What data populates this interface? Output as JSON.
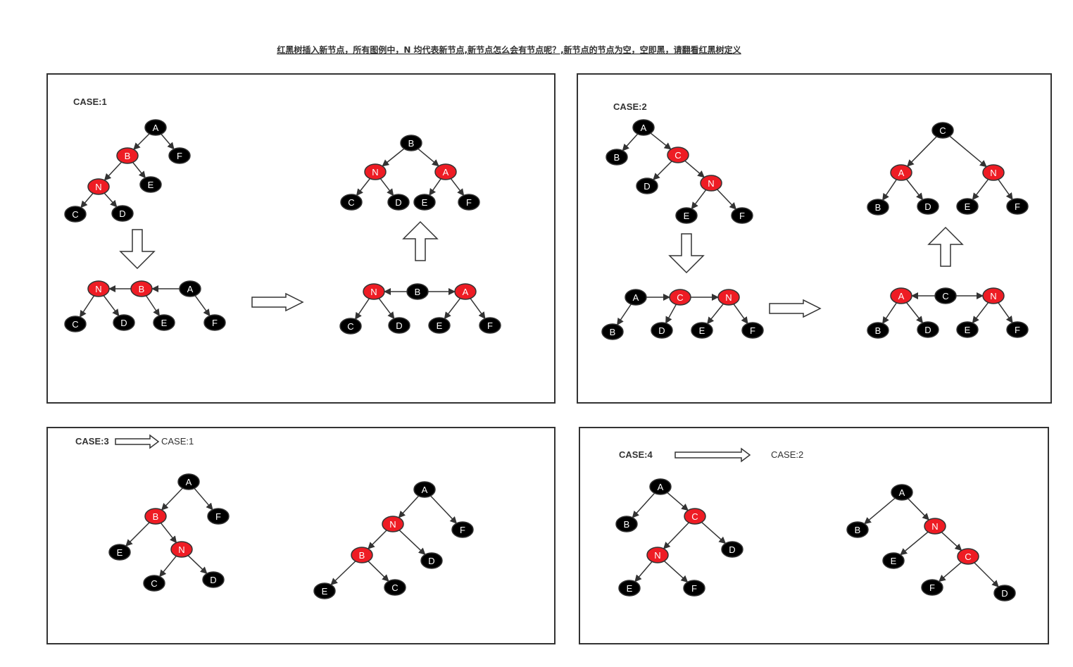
{
  "title": "红黑树插入新节点，所有图例中，N 均代表新节点,新节点怎么会有节点呢？,新节点的节点为空，空即黑，请翻看红黑树定义",
  "colors": {
    "red": "#ee1c24",
    "black": "#000000",
    "stroke": "#333333"
  },
  "cases": {
    "case1": {
      "label": "CASE:1"
    },
    "case2": {
      "label": "CASE:2"
    },
    "case3": {
      "label": "CASE:3",
      "ref": "CASE:1"
    },
    "case4": {
      "label": "CASE:4",
      "ref": "CASE:2"
    }
  },
  "node_letters": {
    "A": "A",
    "B": "B",
    "C": "C",
    "D": "D",
    "E": "E",
    "F": "F",
    "N": "N"
  },
  "icons": {
    "transition": "hollow-arrow-icon"
  }
}
